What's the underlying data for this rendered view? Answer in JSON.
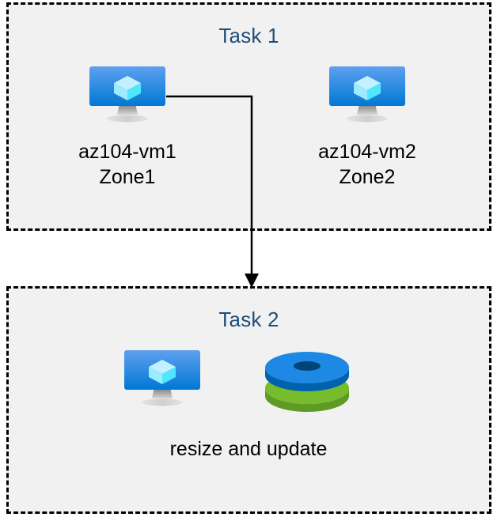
{
  "diagram": {
    "title_color": "#1F4E79",
    "background_color": "#FFFFFF",
    "box_fill_color": "#F1F1F1",
    "border_color": "#000000",
    "connector_color": "#000000"
  },
  "task1": {
    "title": "Task 1",
    "nodes": [
      {
        "icon": "virtual-machine-icon",
        "name": "az104-vm1",
        "zone": "Zone1",
        "label": "az104-vm1\nZone1"
      },
      {
        "icon": "virtual-machine-icon",
        "name": "az104-vm2",
        "zone": "Zone2",
        "label": "az104-vm2\nZone2"
      }
    ]
  },
  "task2": {
    "title": "Task 2",
    "caption": "resize and update",
    "icons": [
      {
        "icon": "virtual-machine-icon"
      },
      {
        "icon": "managed-disks-icon"
      }
    ]
  },
  "connector": {
    "from": "az104-vm1",
    "to": "Task 2",
    "arrow": "down-arrowhead"
  },
  "icon_colors": {
    "vm_screen_top": "#5EA0EF",
    "vm_screen_bottom": "#0078D4",
    "vm_stand": "#949494",
    "vm_cube_top": "#C3F1FF",
    "vm_cube_left": "#9CEBFF",
    "vm_cube_right": "#50E6FF",
    "disk_top": "#0078D4",
    "disk_top_side": "#0062AD",
    "disk_bottom": "#76BC2D",
    "disk_bottom_side": "#5E9A24",
    "disk_hole_blue": "#004578",
    "disk_hole_green": "#5E9A24"
  }
}
